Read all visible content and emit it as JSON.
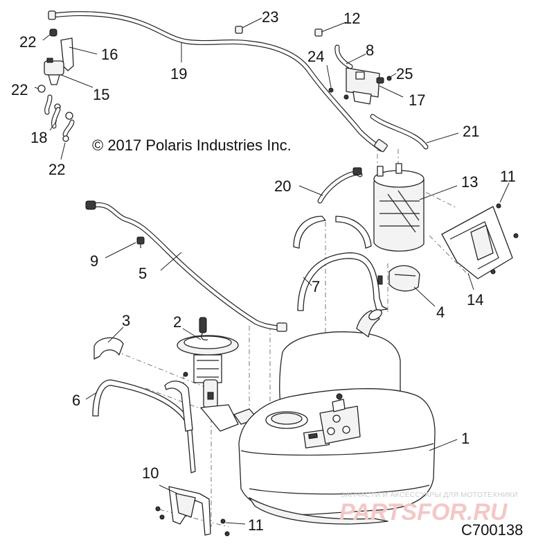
{
  "copyright": "© 2017 Polaris Industries Inc.",
  "diagram_code": "C700138",
  "watermark": {
    "subtitle": "ЗАПЧАСТИ И АКСЕССУАРЫ ДЛЯ МОТОТЕХНИКИ",
    "brand": "PARTSFOR.RU"
  },
  "callouts": [
    {
      "id": "c1",
      "label": "1"
    },
    {
      "id": "c2",
      "label": "2"
    },
    {
      "id": "c3",
      "label": "3"
    },
    {
      "id": "c4",
      "label": "4"
    },
    {
      "id": "c5",
      "label": "5"
    },
    {
      "id": "c6",
      "label": "6"
    },
    {
      "id": "c7",
      "label": "7"
    },
    {
      "id": "c8",
      "label": "8"
    },
    {
      "id": "c9",
      "label": "9"
    },
    {
      "id": "c10",
      "label": "10"
    },
    {
      "id": "c11a",
      "label": "11"
    },
    {
      "id": "c11b",
      "label": "11"
    },
    {
      "id": "c12",
      "label": "12"
    },
    {
      "id": "c13",
      "label": "13"
    },
    {
      "id": "c14",
      "label": "14"
    },
    {
      "id": "c15",
      "label": "15"
    },
    {
      "id": "c16",
      "label": "16"
    },
    {
      "id": "c17",
      "label": "17"
    },
    {
      "id": "c18",
      "label": "18"
    },
    {
      "id": "c19",
      "label": "19"
    },
    {
      "id": "c20",
      "label": "20"
    },
    {
      "id": "c21",
      "label": "21"
    },
    {
      "id": "c22a",
      "label": "22"
    },
    {
      "id": "c22b",
      "label": "22"
    },
    {
      "id": "c22c",
      "label": "22"
    },
    {
      "id": "c23",
      "label": "23"
    },
    {
      "id": "c24",
      "label": "24"
    },
    {
      "id": "c25",
      "label": "25"
    }
  ]
}
